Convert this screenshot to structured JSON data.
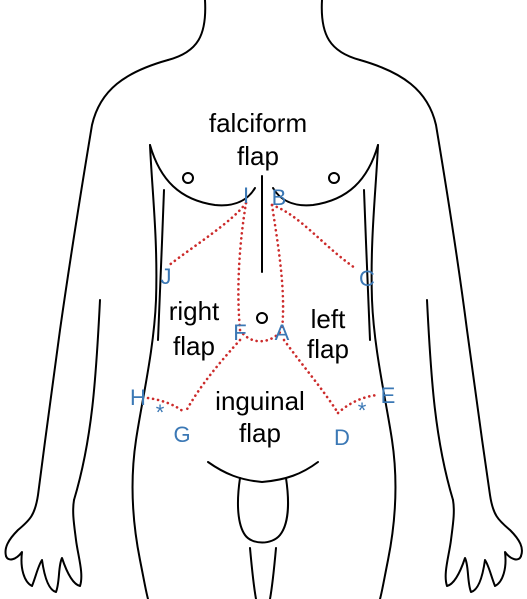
{
  "regions": {
    "falciform_line1": "falciform",
    "falciform_line2": "flap",
    "right_line1": "right",
    "right_line2": "flap",
    "left_line1": "left",
    "left_line2": "flap",
    "inguinal_line1": "inguinal",
    "inguinal_line2": "flap"
  },
  "points": {
    "A": "A",
    "B": "B",
    "C": "C",
    "D": "D",
    "E": "E",
    "F": "F",
    "G": "G",
    "H": "H",
    "I": "I",
    "J": "J"
  },
  "markers": {
    "asterisk_left": "*",
    "asterisk_right": "*"
  },
  "colors": {
    "label_blue": "#3b78b5",
    "incision_red": "#cc2b2b",
    "outline": "#000000"
  }
}
